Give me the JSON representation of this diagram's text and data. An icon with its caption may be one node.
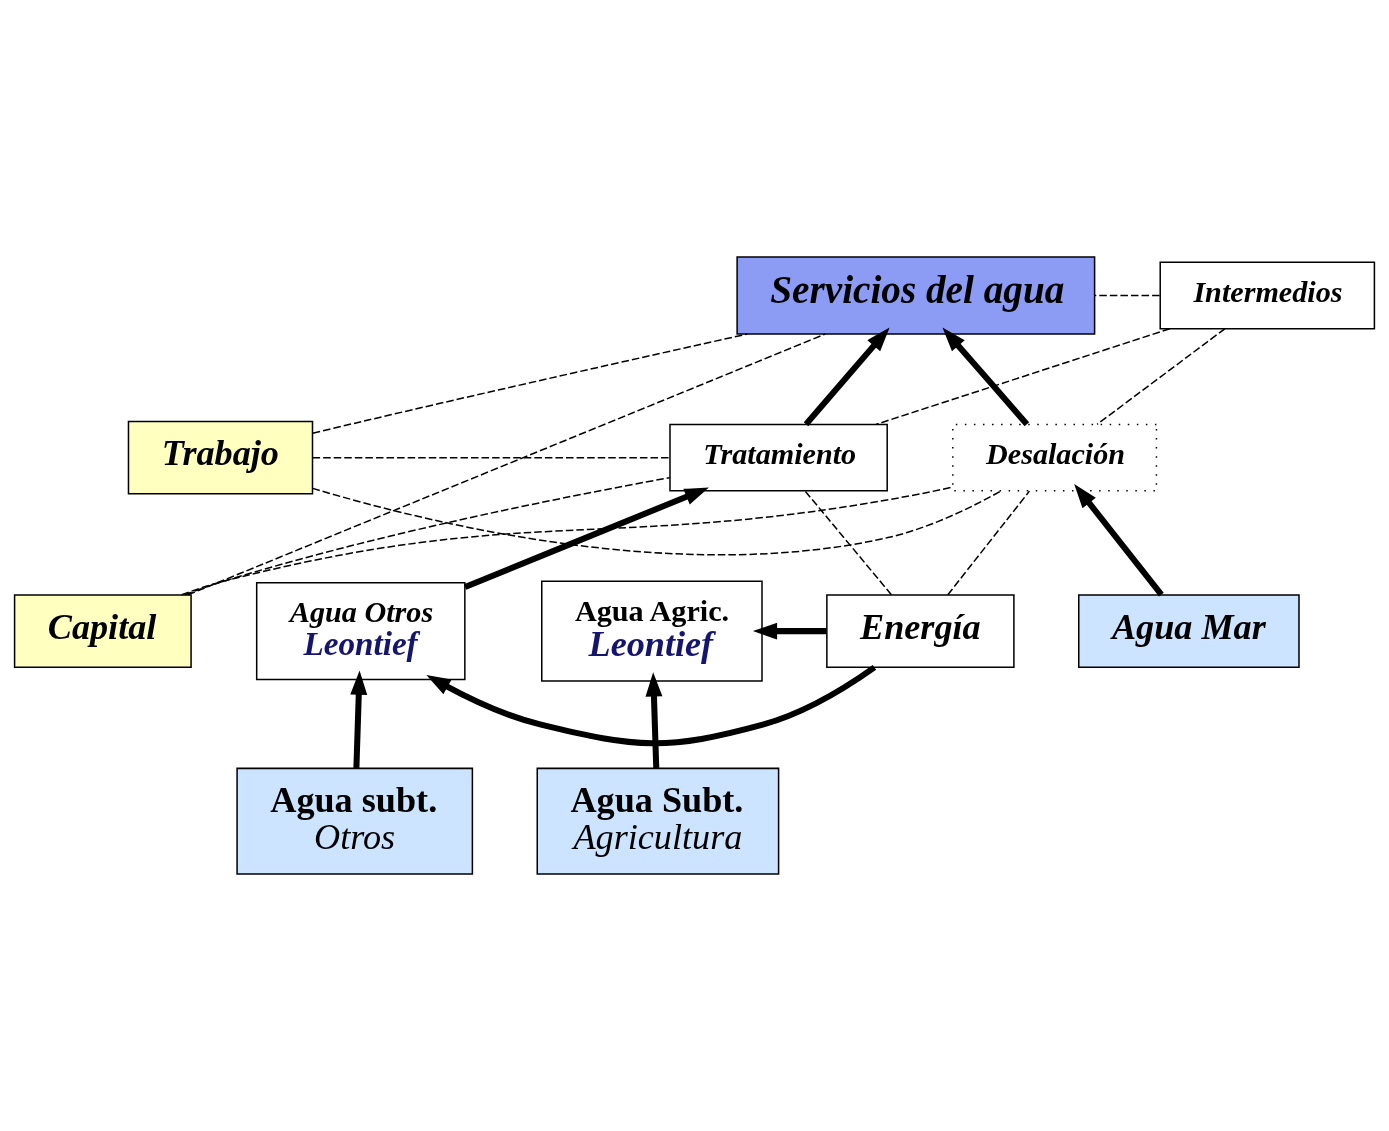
{
  "diagram": {
    "nodes": [
      {
        "text": [
          "Intermedios"
        ]
      },
      {
        "text": [
          "Servicios del agua"
        ]
      },
      {
        "text": [
          "Trabajo"
        ]
      },
      {
        "text": [
          "Capital"
        ]
      },
      {
        "text": [
          "Tratamiento"
        ]
      },
      {
        "text": [
          "Desalación"
        ]
      },
      {
        "text": [
          "Energía"
        ]
      },
      {
        "text": [
          "Agua Agric.",
          "Leontief"
        ]
      },
      {
        "text": [
          "Agua Otros",
          "Leontief"
        ]
      },
      {
        "text": [
          "Agua Subt.",
          "Agricultura"
        ]
      },
      {
        "text": [
          "Agua subt.",
          "Otros"
        ]
      },
      {
        "text": [
          "Agua Mar"
        ]
      }
    ],
    "edges": [
      {
        "from": 0,
        "to": 1,
        "arrow": "none",
        "style": "dashed"
      },
      {
        "from": 0,
        "to": 5,
        "arrow": "none",
        "style": "dashed"
      },
      {
        "from": 0,
        "to": 4,
        "arrow": "none",
        "style": "dashed"
      },
      {
        "from": 2,
        "to": 5,
        "arrow": "none",
        "style": "dashed"
      },
      {
        "from": 2,
        "to": 1,
        "arrow": "none",
        "style": "dashed"
      },
      {
        "from": 2,
        "to": 4,
        "arrow": "none",
        "style": "dashed"
      },
      {
        "from": 3,
        "to": 1,
        "arrow": "none",
        "style": "dashed"
      },
      {
        "from": 3,
        "to": 5,
        "arrow": "none",
        "style": "dashed"
      },
      {
        "from": 3,
        "to": 4,
        "arrow": "none",
        "style": "dashed"
      },
      {
        "from": 4,
        "to": 1,
        "arrow": "to",
        "style": "thick"
      },
      {
        "from": 5,
        "to": 1,
        "arrow": "to",
        "style": "thick"
      },
      {
        "from": 6,
        "to": 4,
        "arrow": "none",
        "style": "dashed"
      },
      {
        "from": 6,
        "to": 5,
        "arrow": "none",
        "style": "dashed"
      },
      {
        "from": 6,
        "to": 7,
        "arrow": "to",
        "style": "thick"
      },
      {
        "from": 6,
        "to": 8,
        "arrow": "to",
        "style": "thick"
      },
      {
        "from": 8,
        "to": 4,
        "arrow": "to",
        "style": "thick"
      },
      {
        "from": 11,
        "to": 5,
        "arrow": "to",
        "style": "thick"
      },
      {
        "from": 9,
        "to": 7,
        "arrow": "to",
        "style": "thick"
      },
      {
        "from": 10,
        "to": 8,
        "arrow": "to",
        "style": "thick"
      }
    ]
  }
}
